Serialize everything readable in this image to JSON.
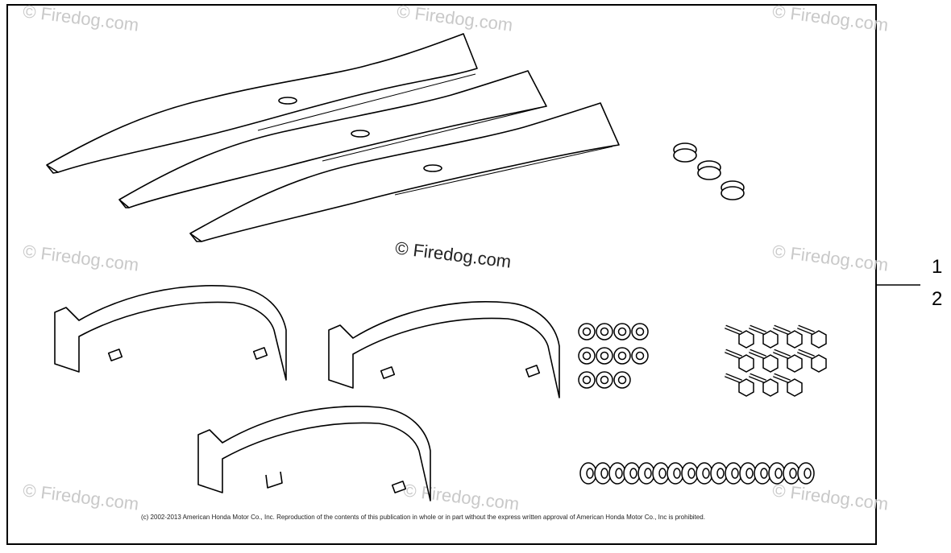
{
  "watermark_text": "© Firedog.com",
  "center_watermark": "© Firedog.com",
  "callouts": [
    "1",
    "2"
  ],
  "copyright": "(c) 2002-2013 American Honda Motor Co., Inc. Reproduction of the contents of this publication in whole or in part without the express written approval of American Honda Motor Co., Inc is prohibited.",
  "parts": {
    "blades": 3,
    "bushings": 3,
    "baffles": 3,
    "nuts": 11,
    "bolts": 11,
    "washers": 16
  }
}
